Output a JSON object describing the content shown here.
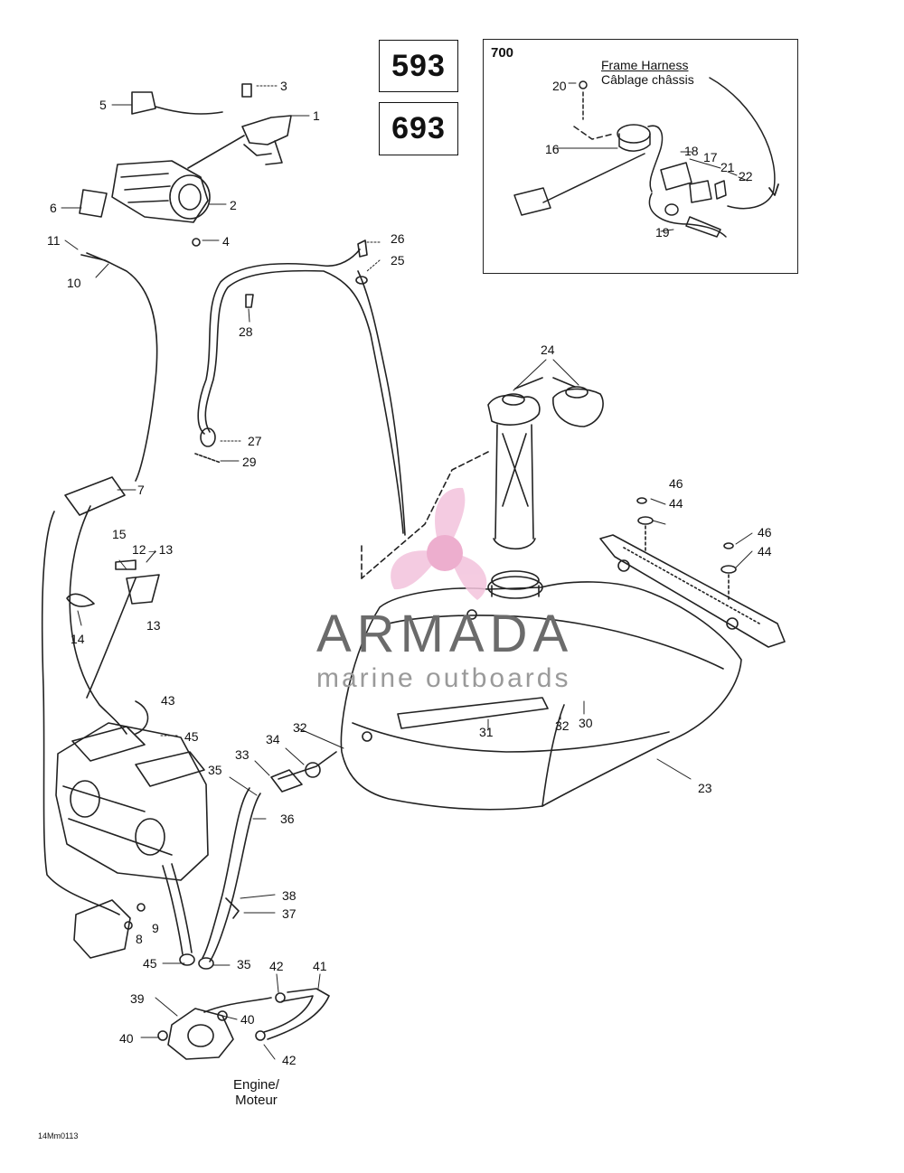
{
  "models": [
    "593",
    "693"
  ],
  "inset": {
    "label": "700",
    "harness_en": "Frame Harness",
    "harness_fr": "Câblage châssis",
    "callouts": [
      "20",
      "16",
      "18",
      "17",
      "21",
      "22",
      "19"
    ]
  },
  "callouts": [
    "1",
    "2",
    "3",
    "4",
    "5",
    "6",
    "7",
    "8",
    "9",
    "10",
    "11",
    "12→13",
    "13",
    "14",
    "15",
    "23",
    "24",
    "25",
    "26",
    "27",
    "28",
    "29",
    "30",
    "31",
    "32",
    "32",
    "33",
    "34",
    "35",
    "35",
    "36",
    "37",
    "38",
    "39",
    "40",
    "40",
    "41",
    "42",
    "42",
    "43",
    "44",
    "44",
    "45",
    "45",
    "46",
    "46"
  ],
  "engine_note": [
    "Engine/",
    "Moteur"
  ],
  "drawing_code": "14Mm0113",
  "watermark": {
    "title": "ARMADA",
    "subtitle": "marine outboards",
    "accent": "#e7a6c8"
  }
}
